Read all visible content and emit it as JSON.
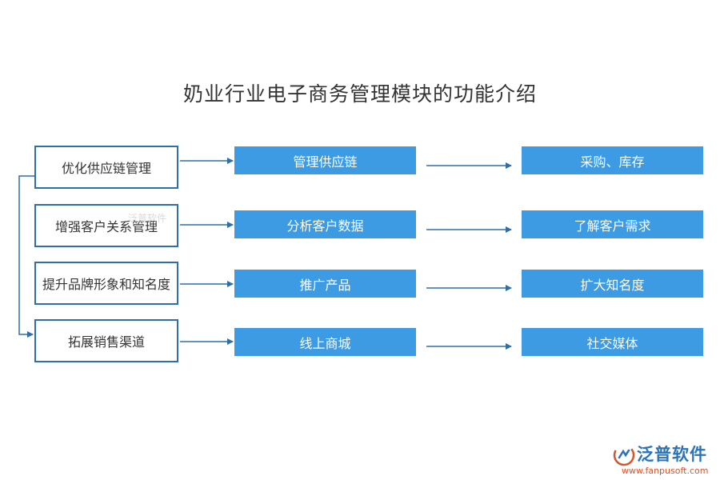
{
  "title": "奶业行业电子商务管理模块的功能介绍",
  "rows": [
    {
      "category": "优化供应链管理",
      "function": "管理供应链",
      "result": "采购、库存"
    },
    {
      "category": "增强客户关系管理",
      "function": "分析客户数据",
      "result": "了解客户需求"
    },
    {
      "category": "提升品牌形象和知名度",
      "function": "推广产品",
      "result": "扩大知名度"
    },
    {
      "category": "拓展销售渠道",
      "function": "线上商城",
      "result": "社交媒体"
    }
  ],
  "watermark": "泛普软件",
  "logo": {
    "name": "泛普软件",
    "url": "www.fanpusoft.com"
  },
  "colors": {
    "box_fill": "#3D9BE3",
    "box_border": "#2E6FA8",
    "arrow": "#2E6FA8",
    "logo_blue": "#2B73B9",
    "logo_orange": "#D9532B"
  }
}
